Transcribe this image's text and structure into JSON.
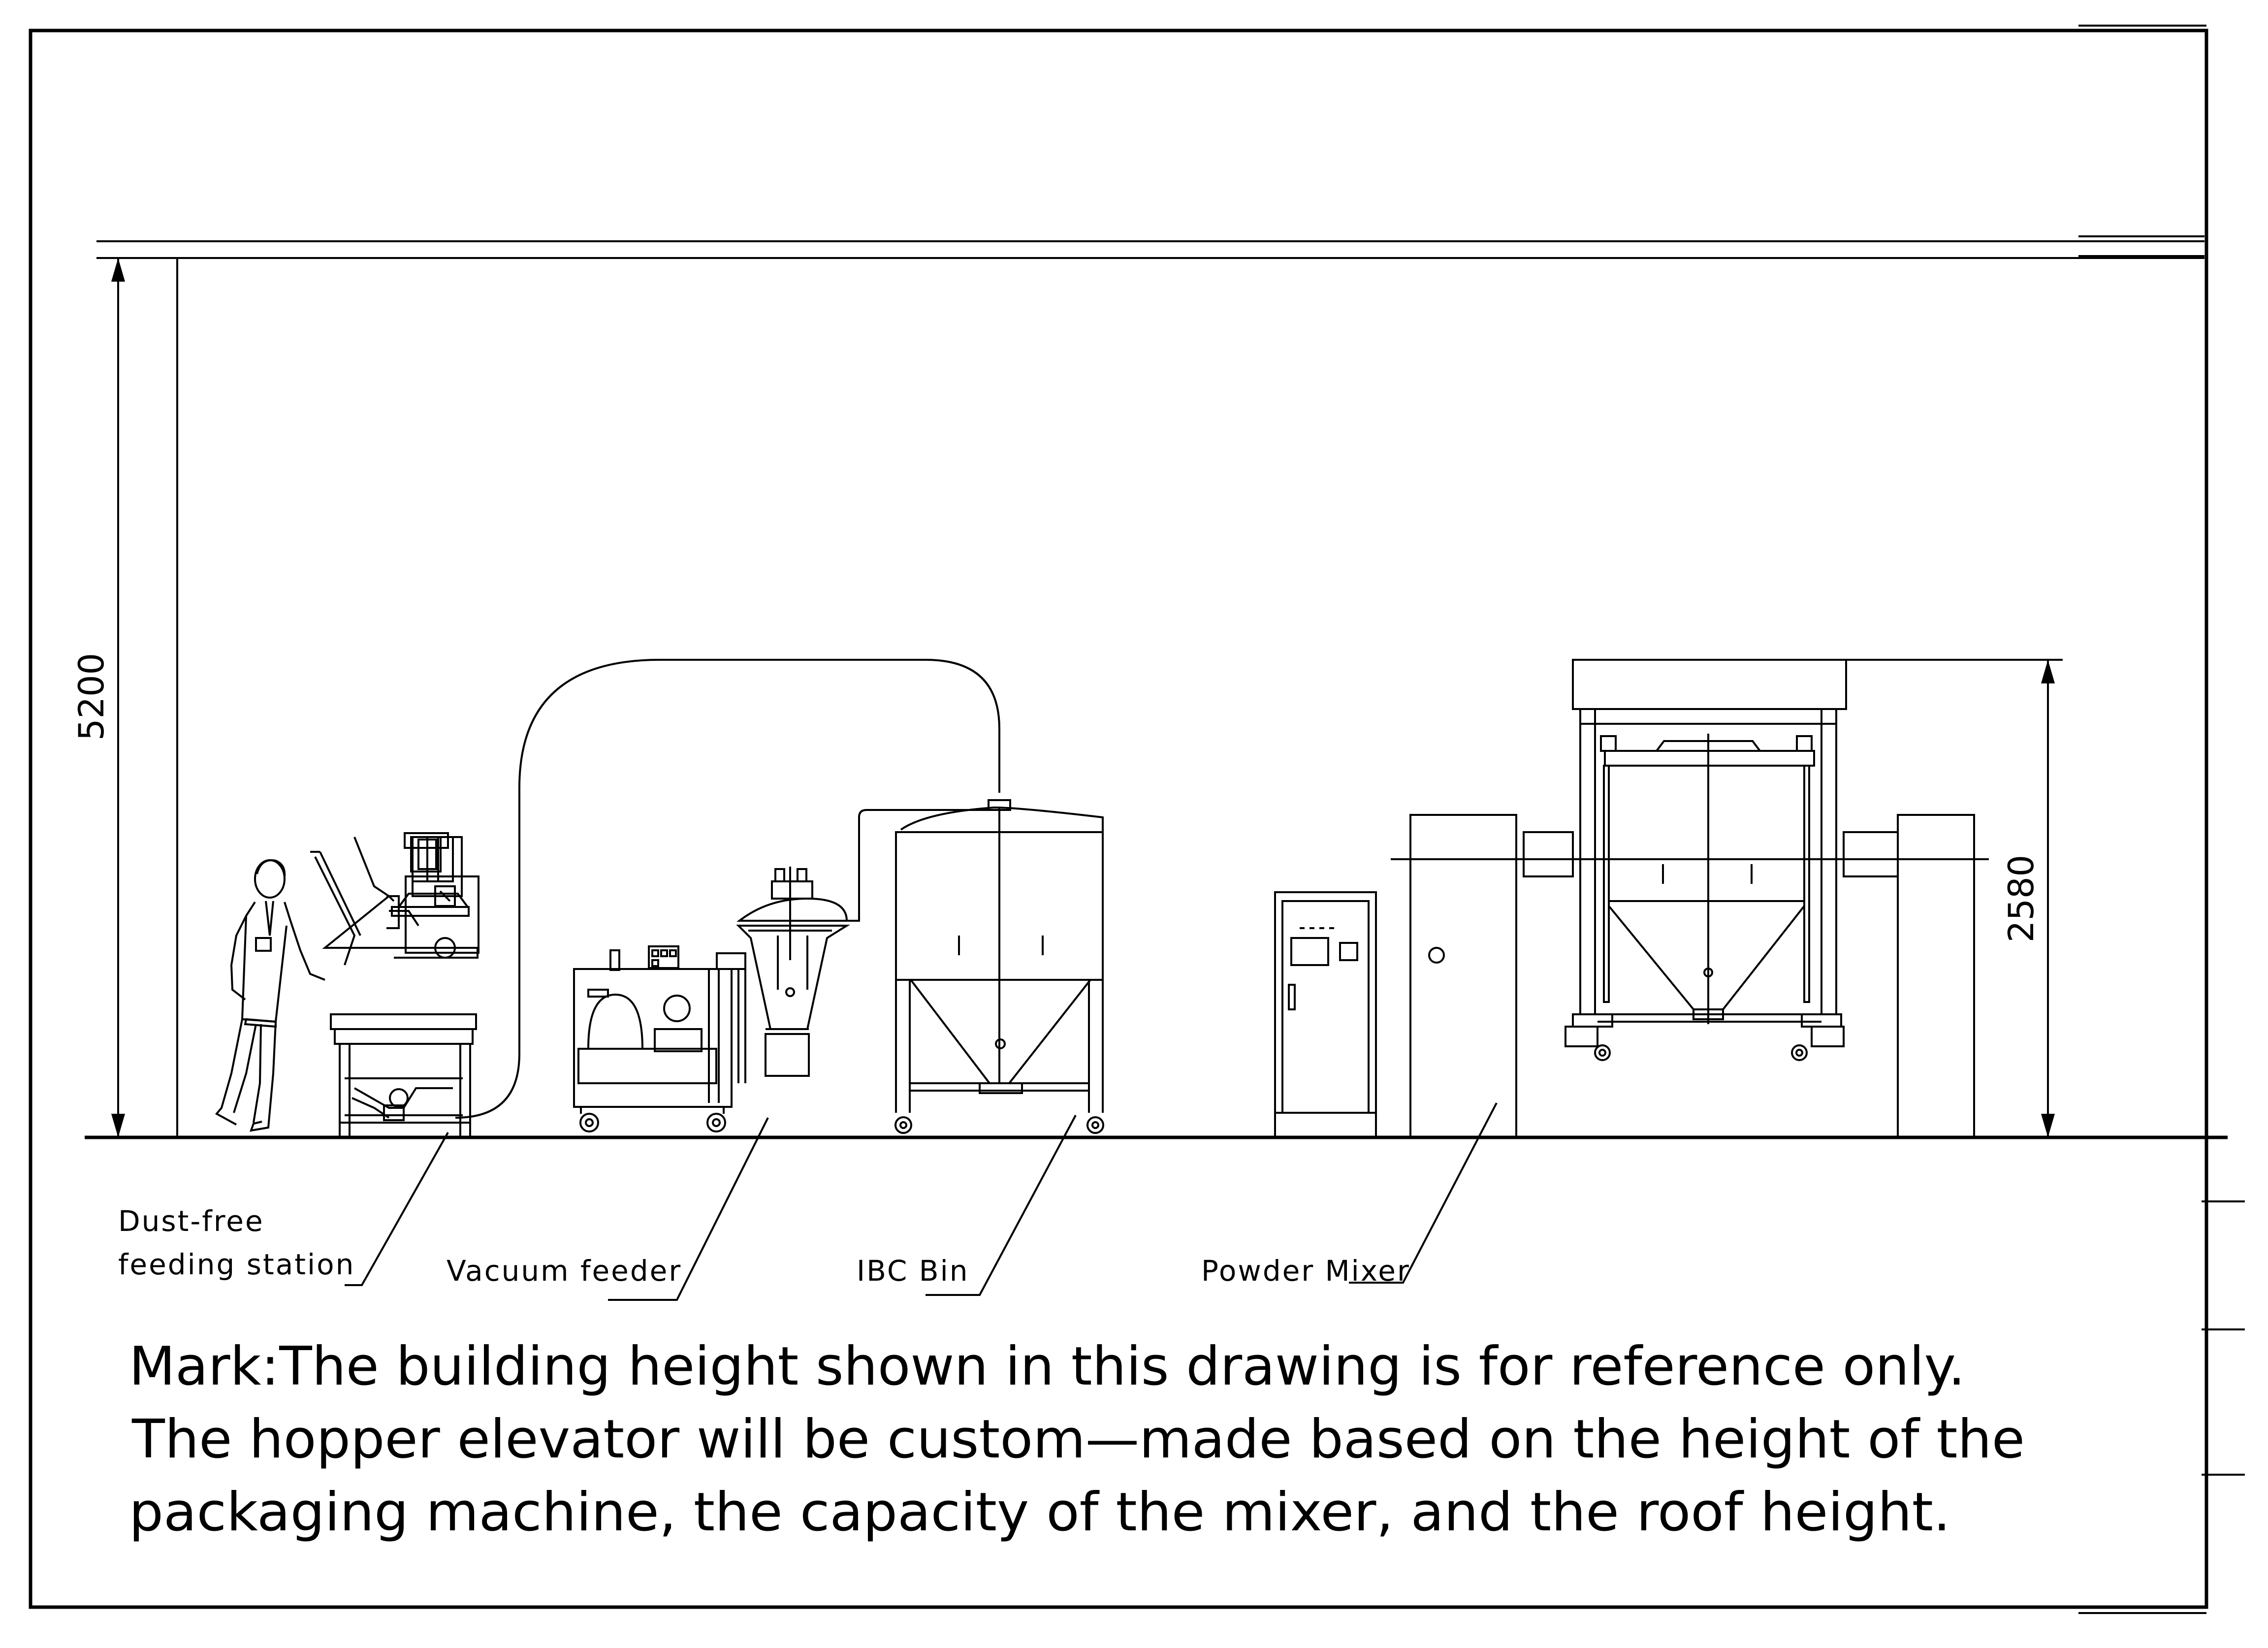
{
  "dimensions": {
    "building_height": "5200",
    "mixer_height": "2580"
  },
  "labels": {
    "feeding_station_line1": "Dust-free",
    "feeding_station_line2": "feeding station",
    "vacuum_feeder": "Vacuum feeder",
    "ibc_bin": "IBC Bin",
    "powder_mixer": "Powder Mixer"
  },
  "note": {
    "line1": "Mark:The building height shown in this drawing is for reference only.",
    "line2": "The hopper elevator will be custom—made based on the height of the",
    "line3": "packaging machine, the capacity of the mixer, and the roof height."
  },
  "colors": {
    "line": "#000000",
    "background": "#ffffff"
  }
}
